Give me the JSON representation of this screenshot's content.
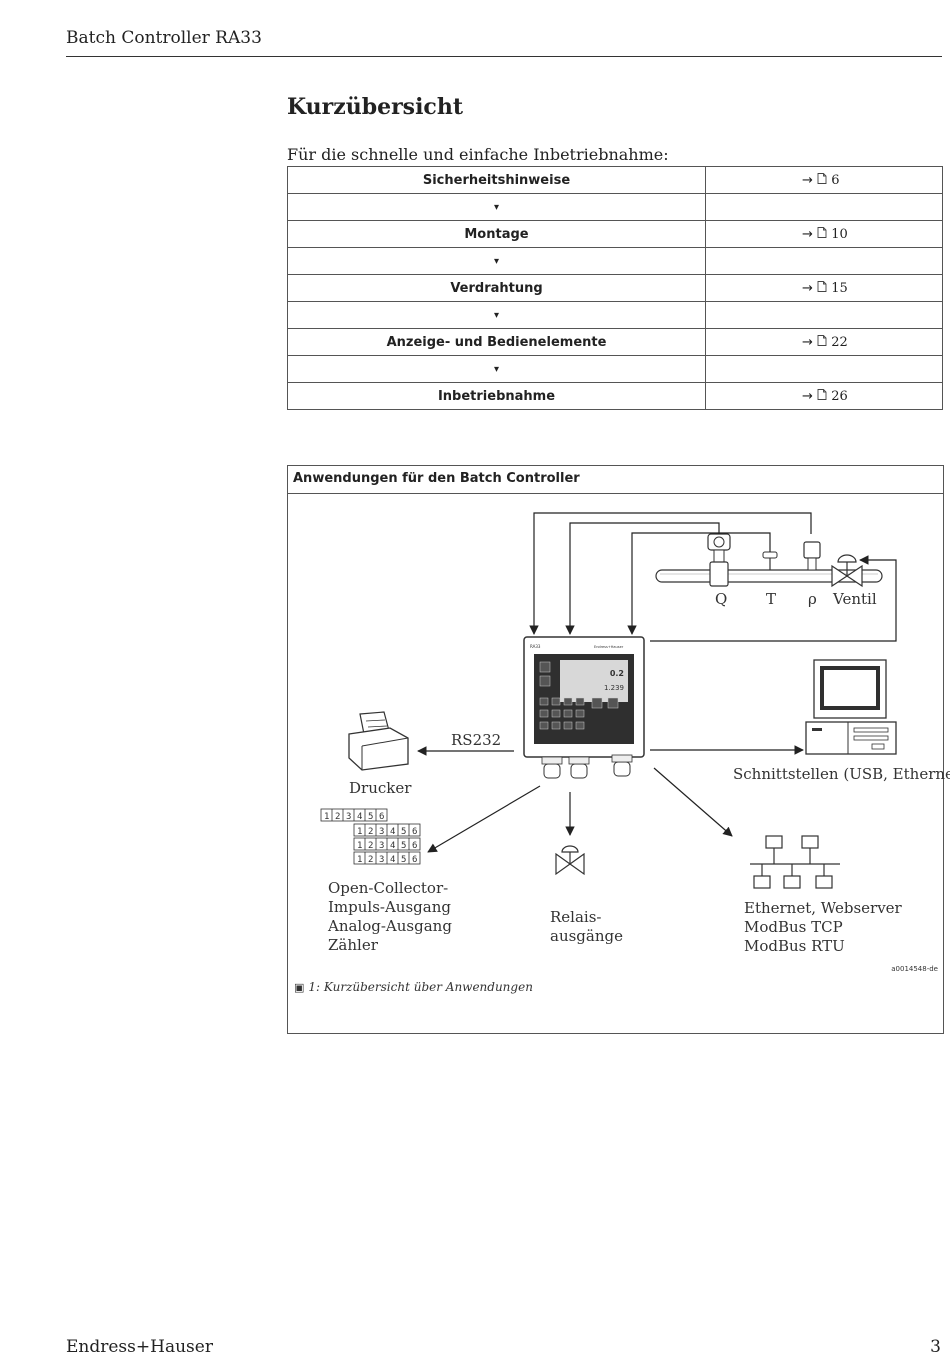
{
  "header": {
    "title": "Batch Controller RA33"
  },
  "page": {
    "title": "Kurzübersicht",
    "intro": "Für die schnelle und einfache Inbetriebnahme:"
  },
  "steps": [
    {
      "label": "Sicherheitshinweise",
      "page": "6"
    },
    {
      "label": "▾"
    },
    {
      "label": "Montage",
      "page": "10"
    },
    {
      "label": "▾"
    },
    {
      "label": "Verdrahtung",
      "page": "15"
    },
    {
      "label": "▾"
    },
    {
      "label": "Anzeige- und Bedienelemente",
      "page": "22"
    },
    {
      "label": "▾"
    },
    {
      "label": "Inbetriebnahme",
      "page": "26"
    }
  ],
  "ref": {
    "arrow": "→",
    "doc_icon": "page-reference-icon"
  },
  "figure": {
    "title": "Anwendungen für den Batch Controller",
    "labels": {
      "q": "Q",
      "t": "T",
      "rho": "ρ",
      "ventil": "Ventil",
      "rs232": "RS232",
      "drucker": "Drucker",
      "schnittstellen": "Schnittstellen (USB, Ethernet)",
      "outputs_1": "Open-Collector-",
      "outputs_2": "Impuls-Ausgang",
      "outputs_3": "Analog-Ausgang",
      "outputs_4": "Zähler",
      "relais_1": "Relais-",
      "relais_2": "ausgänge",
      "eth_1": "Ethernet, Webserver",
      "eth_2": "ModBus TCP",
      "eth_3": "ModBus RTU"
    },
    "device": {
      "model": "RA33",
      "brand": "Endress+Hauser",
      "value1": "0.2",
      "value2": "1.239"
    },
    "digits": [
      "1",
      "2",
      "3",
      "4",
      "5",
      "6"
    ],
    "figure_id": "a0014548-de",
    "caption": "1: Kurzübersicht über Anwendungen",
    "caption_icon": "figure-icon"
  },
  "footer": {
    "brand": "Endress+Hauser",
    "page_number": "3"
  }
}
